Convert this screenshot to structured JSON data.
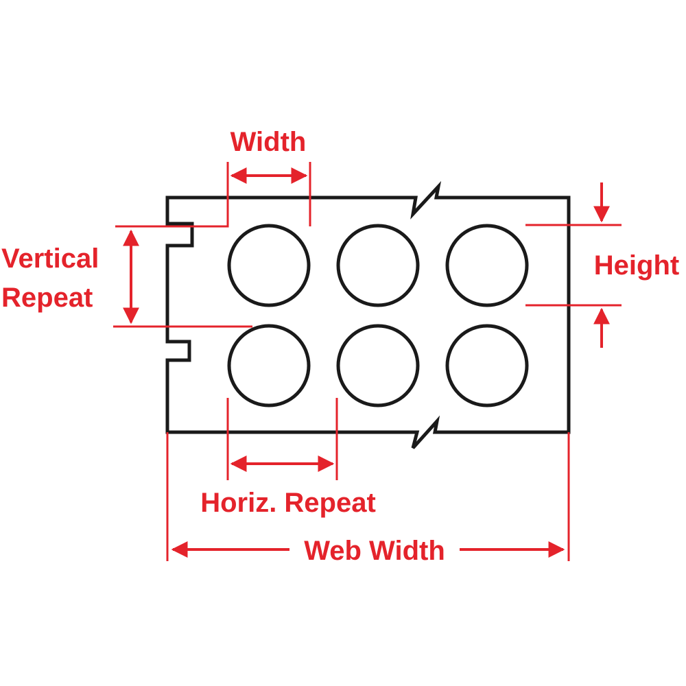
{
  "labels": {
    "width": "Width",
    "height": "Height",
    "vertical_repeat_line1": "Vertical",
    "vertical_repeat_line2": "Repeat",
    "horiz_repeat": "Horiz. Repeat",
    "web_width": "Web Width"
  },
  "label_grid": {
    "rows": 2,
    "columns": 3
  },
  "colors": {
    "dimension": "#e4232b",
    "outline": "#1a1a1a",
    "background": "#ffffff"
  }
}
